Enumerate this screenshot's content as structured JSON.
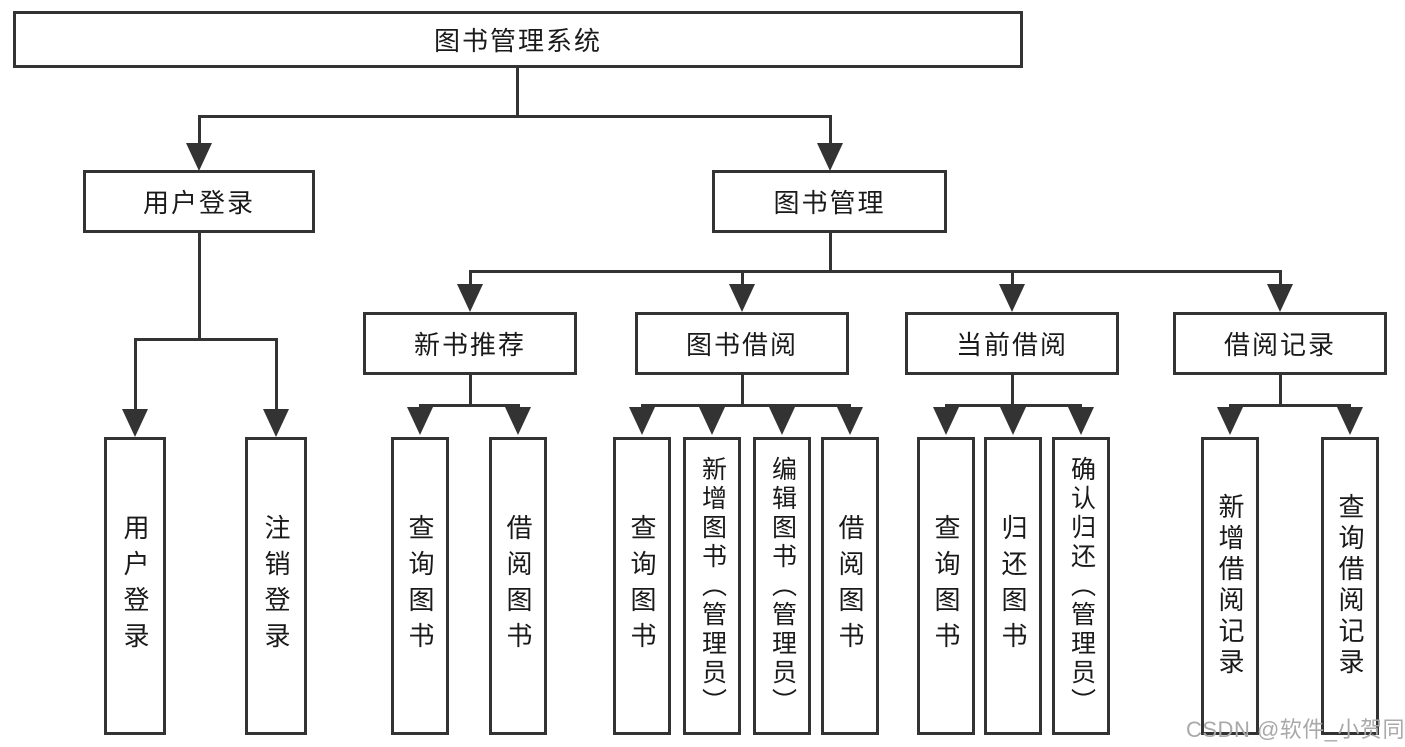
{
  "diagram": {
    "type": "tree",
    "root": {
      "label": "图书管理系统"
    },
    "branches": [
      {
        "label": "用户登录",
        "children": [
          {
            "label": "用户登录"
          },
          {
            "label": "注销登录"
          }
        ]
      },
      {
        "label": "图书管理",
        "children": [
          {
            "label": "新书推荐",
            "children": [
              {
                "label": "查询图书"
              },
              {
                "label": "借阅图书"
              }
            ]
          },
          {
            "label": "图书借阅",
            "children": [
              {
                "label": "查询图书"
              },
              {
                "label": "新增图书（管理员）"
              },
              {
                "label": "编辑图书（管理员）"
              },
              {
                "label": "借阅图书"
              }
            ]
          },
          {
            "label": "当前借阅",
            "children": [
              {
                "label": "查询图书"
              },
              {
                "label": "归还图书"
              },
              {
                "label": "确认归还（管理员）"
              }
            ]
          },
          {
            "label": "借阅记录",
            "children": [
              {
                "label": "新增借阅记录"
              },
              {
                "label": "查询借阅记录"
              }
            ]
          }
        ]
      }
    ],
    "colors": {
      "line": "#333333",
      "text": "#1a1a1a",
      "background": "#ffffff",
      "watermark": "#a9a9a9"
    },
    "watermark": "CSDN @软件_小贺同学"
  }
}
